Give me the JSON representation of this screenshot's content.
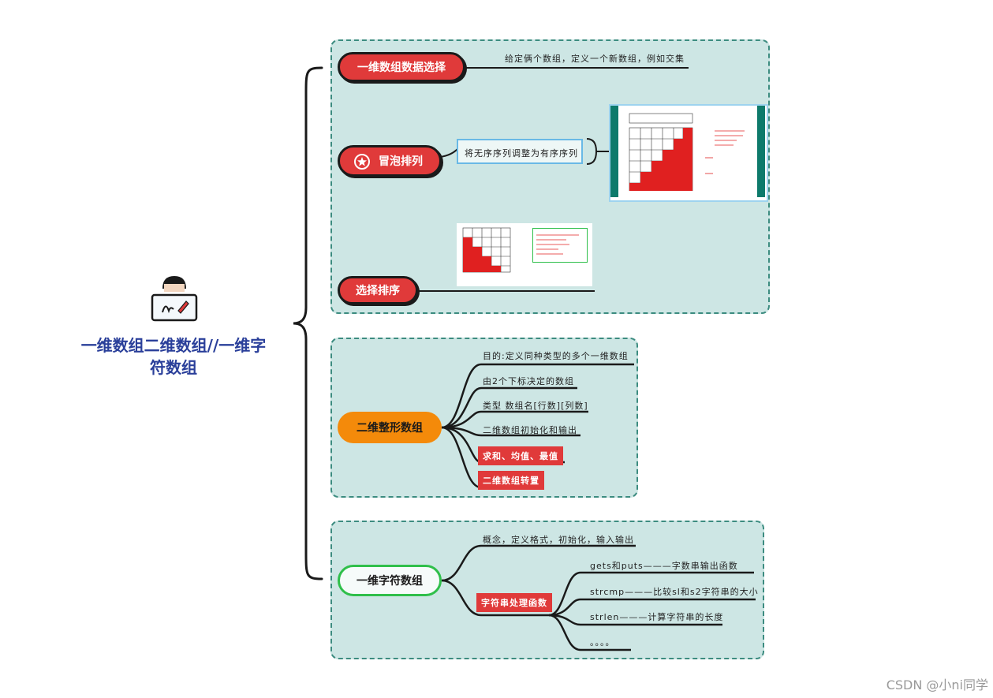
{
  "root": {
    "title": "一维数组二维数组//一维字符数组"
  },
  "section1": {
    "topic1": "一维数组数据选择",
    "topic1_desc": "给定俩个数组，定义一个新数组，例如交集",
    "topic2": "冒泡排列",
    "topic2_note": "将无序序列调整为有序序列",
    "topic3": "选择排序"
  },
  "section2": {
    "topic": "二维整形数组",
    "items": [
      "目的:定义同种类型的多个一维数组",
      "由2个下标决定的数组",
      "类型 数组名[行数][列数]",
      "二维数组初始化和输出"
    ],
    "tags": [
      "求和、均值、最值",
      "二维数组转置"
    ]
  },
  "section3": {
    "topic": "一维字符数组",
    "item1": "概念，定义格式，初始化，输入输出",
    "subtopic": "字符串处理函数",
    "subitems": [
      "gets和puts———字数串输出函数",
      "strcmp———比较sl和s2字符串的大小",
      "strlen———计算字符串的长度",
      "。。。。"
    ]
  },
  "watermark": "CSDN @小ni同学",
  "colors": {
    "panel": "#cde6e4",
    "red": "#e03a3a",
    "orange": "#f48a0a",
    "green": "#2fbf4a",
    "title": "#2a3f9a"
  }
}
